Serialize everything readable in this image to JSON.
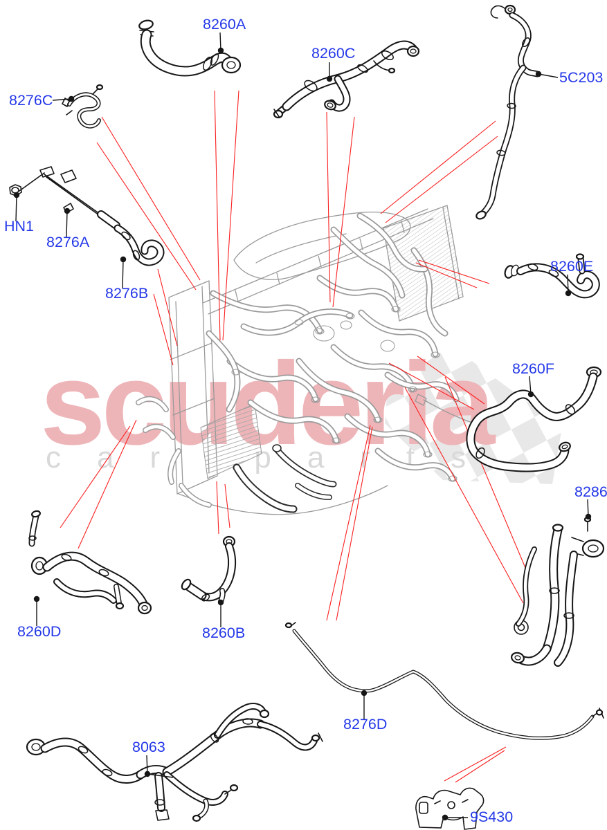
{
  "diagram": {
    "type": "automotive-parts-diagram",
    "subject": "engine cooling system hoses and pipes"
  },
  "colors": {
    "background": "#ffffff",
    "label_blue": "#2438e8",
    "leader_red": "#fb1f1f",
    "part_black": "#161616",
    "engine_gray": "#9a9a9a",
    "watermark_pink": "#eeb5b9",
    "watermark_text_gray": "#d9d9d9",
    "checker_gray": "#e8e8e8"
  },
  "watermark": {
    "brand_top": "scuderia",
    "brand_bottom": "car parts"
  },
  "labels": [
    {
      "id": "8260A",
      "text": "8260A"
    },
    {
      "id": "8260C",
      "text": "8260C"
    },
    {
      "id": "5C203",
      "text": "5C203"
    },
    {
      "id": "8276C",
      "text": "8276C"
    },
    {
      "id": "HN1",
      "text": "HN1"
    },
    {
      "id": "8276A",
      "text": "8276A"
    },
    {
      "id": "8276B",
      "text": "8276B"
    },
    {
      "id": "8260E",
      "text": "8260E"
    },
    {
      "id": "8260F",
      "text": "8260F"
    },
    {
      "id": "8286",
      "text": "8286"
    },
    {
      "id": "8260D",
      "text": "8260D"
    },
    {
      "id": "8260B",
      "text": "8260B"
    },
    {
      "id": "8276D",
      "text": "8276D"
    },
    {
      "id": "8063",
      "text": "8063"
    },
    {
      "id": "9S430",
      "text": "9S430"
    }
  ]
}
